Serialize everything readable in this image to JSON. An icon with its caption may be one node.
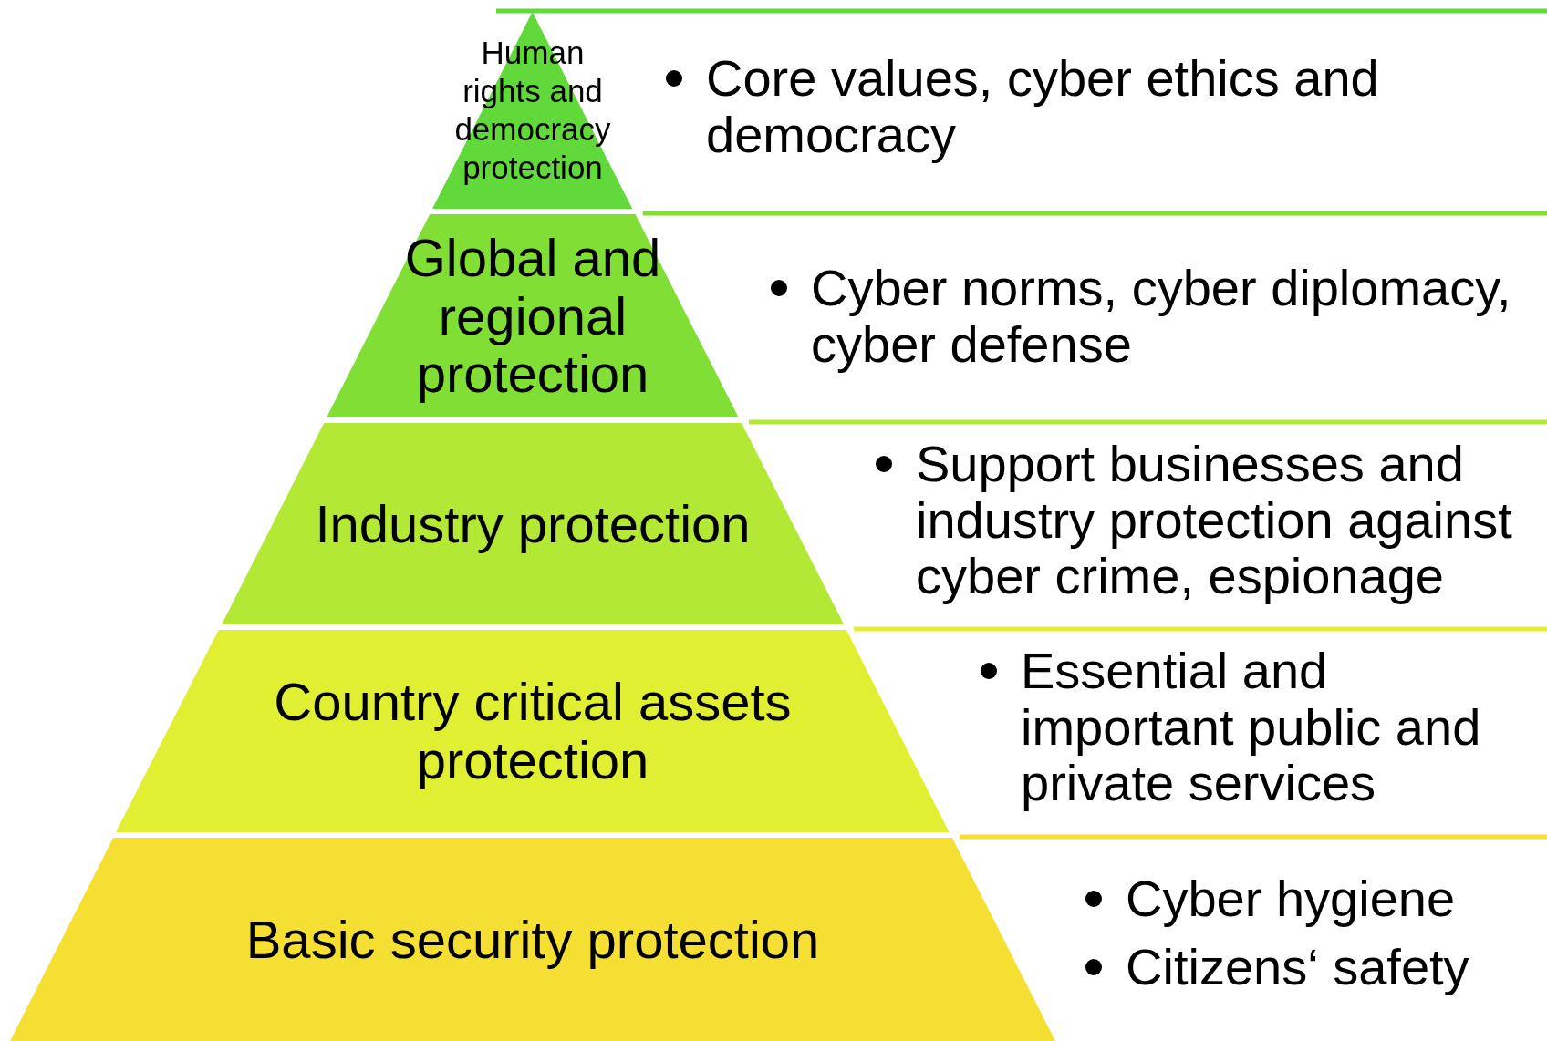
{
  "diagram": {
    "nodes": [
      {
        "text": [
          "Human rights and democracy protection"
        ]
      },
      {
        "text": [
          "Global and regional protection"
        ]
      },
      {
        "text": [
          "Industry protection"
        ]
      },
      {
        "text": [
          "Country critical assets protection"
        ]
      },
      {
        "text": [
          "Basic security protection"
        ]
      }
    ],
    "edges": [],
    "labels": [
      "Core values, cyber ethics and democracy",
      "Cyber norms, cyber diplomacy, cyber defense",
      "Support businesses and industry protection against cyber crime, espionage",
      "Essential and important public and private services",
      "Cyber hygiene",
      "Citizens‘ safety"
    ]
  }
}
